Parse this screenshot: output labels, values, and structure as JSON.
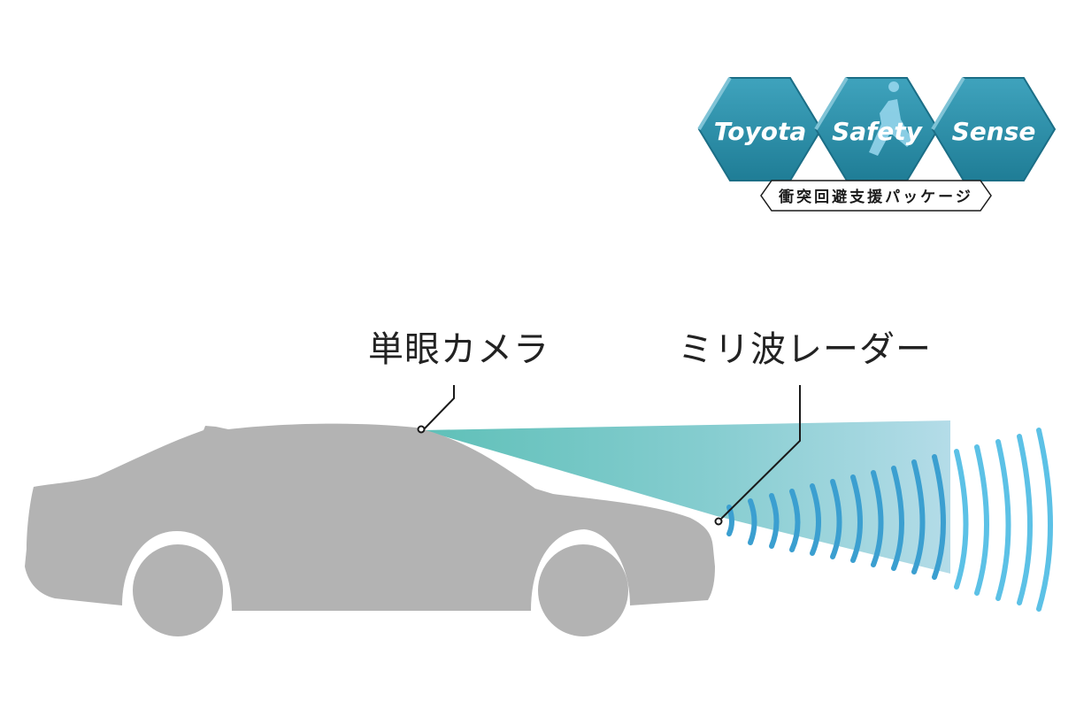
{
  "logo": {
    "words": [
      "Toyota",
      "Safety",
      "Sense"
    ],
    "subtitle": "衝突回避支援パッケージ",
    "hex_color": "#2b8fa8",
    "hex_light": "#5bb7cc",
    "hex_dark": "#1b6e86"
  },
  "callouts": {
    "camera_label": "単眼カメラ",
    "radar_label": "ミリ波レーダー"
  },
  "colors": {
    "car_body": "#b3b3b3",
    "camera_beam_start": "#6cc4be",
    "camera_beam_end": "#aad8e4",
    "radar_wave_inner": "#2e9bcc",
    "radar_wave_outer": "#58c2e6",
    "leader_line": "#1a1a1a"
  }
}
